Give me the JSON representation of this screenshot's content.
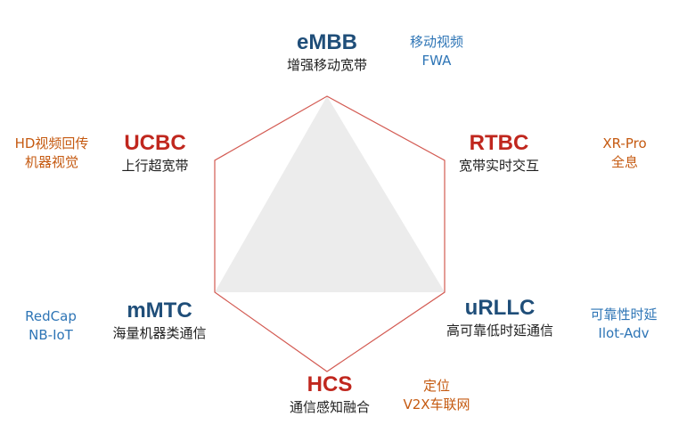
{
  "colors": {
    "hexagon_stroke": "#d35a52",
    "triangle_fill": "#ececec",
    "title_blue": "#1f4e79",
    "title_red": "#c0271e",
    "note_blue": "#2e75b6",
    "note_orange": "#c55a11"
  },
  "nodes": {
    "embb": {
      "title": "eMBB",
      "subtitle": "增强移动宽带"
    },
    "rtbc": {
      "title": "RTBC",
      "subtitle": "宽带实时交互"
    },
    "urllc": {
      "title": "uRLLC",
      "subtitle": "高可靠低时延通信"
    },
    "hcs": {
      "title": "HCS",
      "subtitle": "通信感知融合"
    },
    "mmtc": {
      "title": "mMTC",
      "subtitle": "海量机器类通信"
    },
    "ucbc": {
      "title": "UCBC",
      "subtitle": "上行超宽带"
    }
  },
  "notes": {
    "embb": [
      "移动视频",
      "FWA"
    ],
    "rtbc": [
      "XR-Pro",
      "全息"
    ],
    "urllc": [
      "可靠性时延",
      "Ilot-Adv"
    ],
    "hcs": [
      "定位",
      "V2X车联网"
    ],
    "mmtc": [
      "RedCap",
      "NB-IoT"
    ],
    "ucbc": [
      "HD视频回传",
      "机器视觉"
    ]
  }
}
